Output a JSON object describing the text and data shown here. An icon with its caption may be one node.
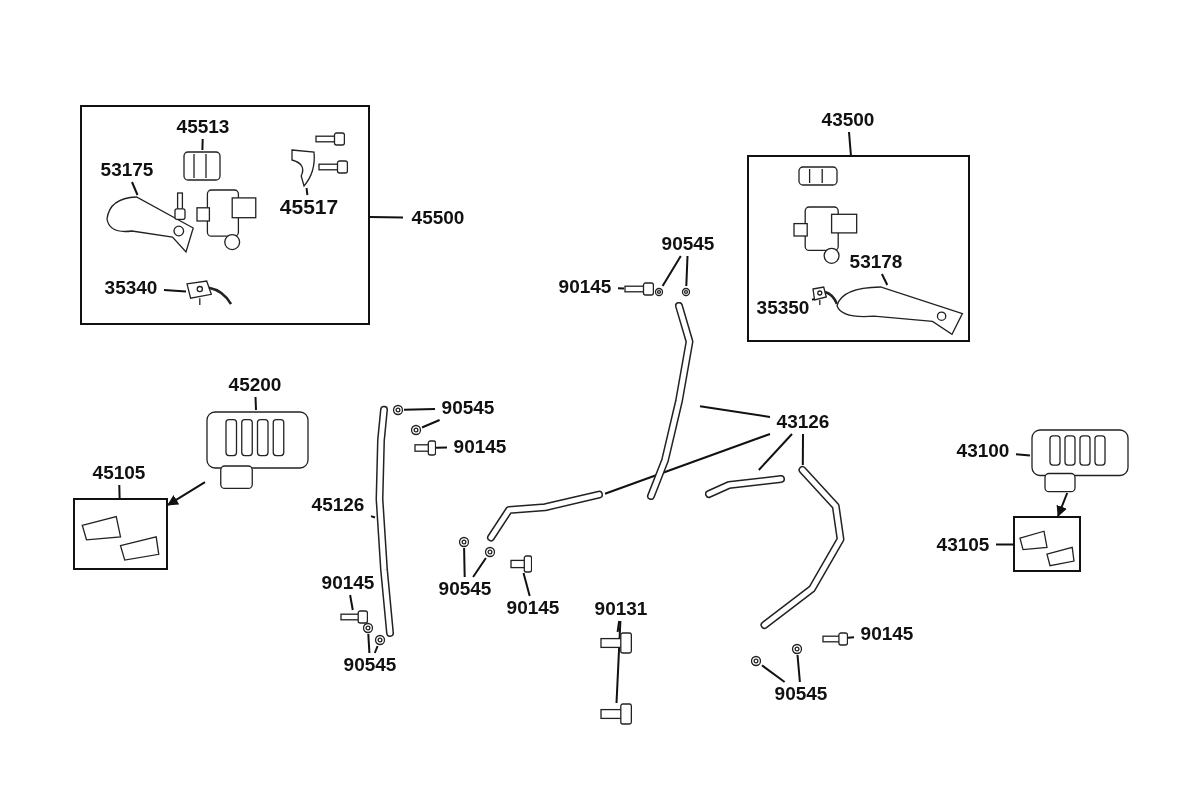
{
  "diagram": {
    "nodes": [
      {
        "text": [],
        "shape": "box"
      },
      {
        "text": [
          "45513"
        ],
        "in": 0
      },
      {
        "text": [],
        "shape": "picture",
        "in": 0
      },
      {
        "text": [
          "53175"
        ],
        "in": 0
      },
      {
        "text": [],
        "shape": "picture",
        "in": 0
      },
      {
        "text": [
          "45517"
        ],
        "in": 0
      },
      {
        "text": [],
        "shape": "picture",
        "in": 0
      },
      {
        "text": [
          "35340"
        ],
        "in": 0
      },
      {
        "text": [],
        "shape": "picture",
        "in": 0
      },
      {
        "text": [
          "45500"
        ]
      },
      {
        "text": [],
        "shape": "box"
      },
      {
        "text": [
          "53178"
        ],
        "in": 10
      },
      {
        "text": [],
        "shape": "picture",
        "in": 10
      },
      {
        "text": [
          "35350"
        ],
        "in": 10
      },
      {
        "text": [],
        "shape": "picture",
        "in": 10
      },
      {
        "text": [
          "43500"
        ]
      },
      {
        "text": [
          "45200"
        ]
      },
      {
        "text": [],
        "shape": "picture"
      },
      {
        "text": [
          "45105"
        ]
      },
      {
        "text": [],
        "shape": "box"
      },
      {
        "text": [
          "45126"
        ]
      },
      {
        "text": [],
        "shape": "picture"
      },
      {
        "text": [
          "90545"
        ]
      },
      {
        "text": [],
        "shape": "circle"
      },
      {
        "text": [],
        "shape": "circle"
      },
      {
        "text": [
          "90145"
        ]
      },
      {
        "text": [],
        "shape": "picture"
      },
      {
        "text": [
          "90145"
        ]
      },
      {
        "text": [],
        "shape": "picture"
      },
      {
        "text": [
          "90545"
        ]
      },
      {
        "text": [],
        "shape": "circle"
      },
      {
        "text": [],
        "shape": "circle"
      },
      {
        "text": [
          "90145"
        ]
      },
      {
        "text": [],
        "shape": "picture"
      },
      {
        "text": [
          "90545"
        ]
      },
      {
        "text": [],
        "shape": "circle"
      },
      {
        "text": [],
        "shape": "circle"
      },
      {
        "text": [
          "43126"
        ]
      },
      {
        "text": [],
        "shape": "picture"
      },
      {
        "text": [],
        "shape": "picture"
      },
      {
        "text": [],
        "shape": "picture"
      },
      {
        "text": [],
        "shape": "picture"
      },
      {
        "text": [
          "90545"
        ]
      },
      {
        "text": [],
        "shape": "circle"
      },
      {
        "text": [],
        "shape": "circle"
      },
      {
        "text": [
          "90145"
        ]
      },
      {
        "text": [],
        "shape": "picture"
      },
      {
        "text": [
          "90131"
        ]
      },
      {
        "text": [],
        "shape": "picture"
      },
      {
        "text": [],
        "shape": "picture"
      },
      {
        "text": [
          "90145"
        ]
      },
      {
        "text": [],
        "shape": "picture"
      },
      {
        "text": [
          "90545"
        ]
      },
      {
        "text": [],
        "shape": "circle"
      },
      {
        "text": [],
        "shape": "circle"
      },
      {
        "text": [
          "43100"
        ]
      },
      {
        "text": [],
        "shape": "picture"
      },
      {
        "text": [
          "43105"
        ]
      },
      {
        "text": [],
        "shape": "box"
      }
    ],
    "edges": [
      {
        "from": 9,
        "to": 0,
        "arrow": "none"
      },
      {
        "from": 1,
        "to": 2,
        "arrow": "none"
      },
      {
        "from": 3,
        "to": 4,
        "arrow": "none"
      },
      {
        "from": 5,
        "to": 6,
        "arrow": "none"
      },
      {
        "from": 7,
        "to": 8,
        "arrow": "none"
      },
      {
        "from": 15,
        "to": 10,
        "arrow": "none"
      },
      {
        "from": 11,
        "to": 12,
        "arrow": "none"
      },
      {
        "from": 13,
        "to": 14,
        "arrow": "none"
      },
      {
        "from": 16,
        "to": 17,
        "arrow": "none"
      },
      {
        "from": 17,
        "to": 19,
        "arrow": "to"
      },
      {
        "from": 18,
        "to": 19,
        "arrow": "none"
      },
      {
        "from": 20,
        "to": 21,
        "arrow": "none"
      },
      {
        "from": 22,
        "to": 23,
        "arrow": "none"
      },
      {
        "from": 22,
        "to": 24,
        "arrow": "none"
      },
      {
        "from": 25,
        "to": 26,
        "arrow": "none"
      },
      {
        "from": 27,
        "to": 28,
        "arrow": "none"
      },
      {
        "from": 29,
        "to": 30,
        "arrow": "none"
      },
      {
        "from": 29,
        "to": 31,
        "arrow": "none"
      },
      {
        "from": 32,
        "to": 33,
        "arrow": "none"
      },
      {
        "from": 34,
        "to": 35,
        "arrow": "none"
      },
      {
        "from": 34,
        "to": 36,
        "arrow": "none"
      },
      {
        "from": 37,
        "to": 38,
        "arrow": "none"
      },
      {
        "from": 37,
        "to": 39,
        "arrow": "none"
      },
      {
        "from": 37,
        "to": 40,
        "arrow": "none"
      },
      {
        "from": 37,
        "to": 41,
        "arrow": "none"
      },
      {
        "from": 42,
        "to": 43,
        "arrow": "none"
      },
      {
        "from": 42,
        "to": 44,
        "arrow": "none"
      },
      {
        "from": 45,
        "to": 46,
        "arrow": "none"
      },
      {
        "from": 47,
        "to": 48,
        "arrow": "none"
      },
      {
        "from": 47,
        "to": 49,
        "arrow": "none"
      },
      {
        "from": 50,
        "to": 51,
        "arrow": "none"
      },
      {
        "from": 52,
        "to": 53,
        "arrow": "none"
      },
      {
        "from": 52,
        "to": 54,
        "arrow": "none"
      },
      {
        "from": 55,
        "to": 56,
        "arrow": "none"
      },
      {
        "from": 56,
        "to": 58,
        "arrow": "to"
      },
      {
        "from": 57,
        "to": 58,
        "arrow": "none"
      }
    ]
  }
}
